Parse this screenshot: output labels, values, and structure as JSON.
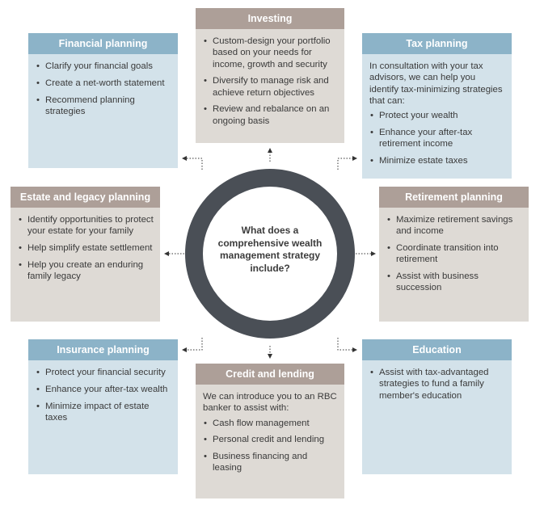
{
  "center": {
    "question": "What does a comprehensive wealth management strategy include?"
  },
  "colors": {
    "blue_header": "#8cb3c8",
    "blue_body": "#d3e2ea",
    "grey_header": "#ad9f98",
    "grey_body": "#dedad5",
    "ring": "#4a4f56"
  },
  "boxes": {
    "financial_planning": {
      "title": "Financial planning",
      "items": [
        "Clarify your financial goals",
        "Create a net-worth statement",
        "Recommend planning strategies"
      ]
    },
    "investing": {
      "title": "Investing",
      "items": [
        "Custom-design your portfolio based on your needs for income, growth and security",
        "Diversify to manage risk and achieve return objectives",
        "Review and rebalance on an ongoing basis"
      ]
    },
    "tax_planning": {
      "title": "Tax planning",
      "intro": "In consultation with your tax advisors, we can help you identify tax-minimizing strategies that can:",
      "items": [
        "Protect your wealth",
        "Enhance your after-tax retirement income",
        "Minimize estate taxes"
      ]
    },
    "estate_legacy": {
      "title": "Estate and legacy planning",
      "items": [
        "Identify opportunities to protect your estate for your family",
        "Help simplify estate settlement",
        "Help you create an enduring family legacy"
      ]
    },
    "retirement_planning": {
      "title": "Retirement planning",
      "items": [
        "Maximize retirement savings and income",
        "Coordinate transition into retirement",
        "Assist with business succession"
      ]
    },
    "insurance_planning": {
      "title": "Insurance planning",
      "items": [
        "Protect your financial security",
        "Enhance your after-tax wealth",
        "Minimize impact of estate taxes"
      ]
    },
    "credit_lending": {
      "title": "Credit and lending",
      "intro": "We can introduce you to an RBC banker to assist with:",
      "items": [
        "Cash flow management",
        "Personal credit and lending",
        "Business financing and leasing"
      ]
    },
    "education": {
      "title": "Education",
      "items": [
        "Assist with tax-advantaged strategies to fund a family member's education"
      ]
    }
  }
}
